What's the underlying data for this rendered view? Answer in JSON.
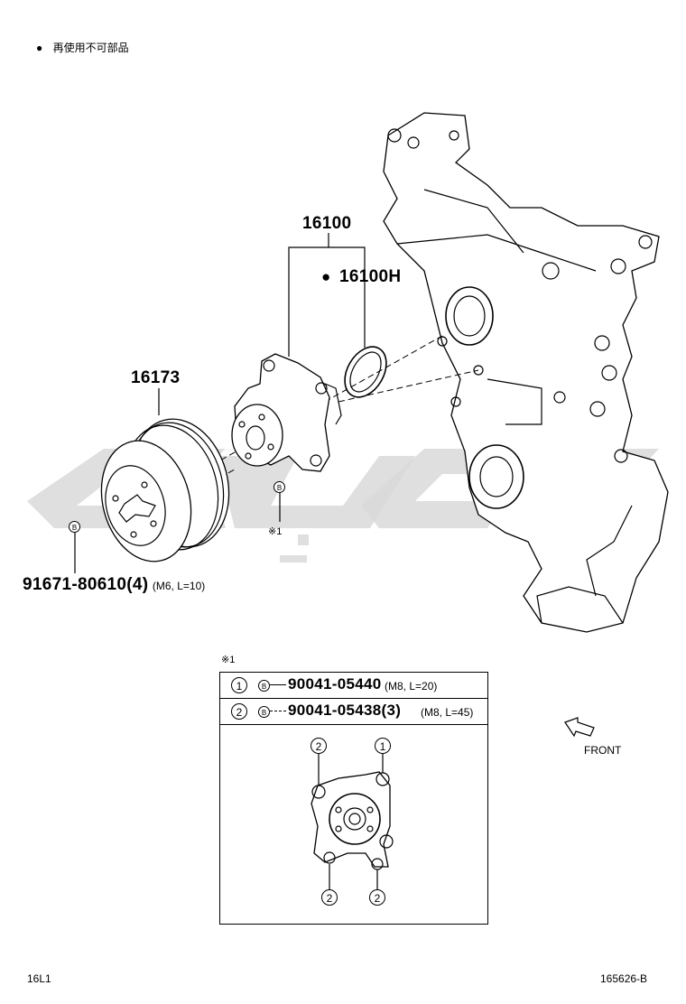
{
  "legend": {
    "bullet": "●",
    "text": "再使用不可部品"
  },
  "parts": {
    "p16100": "16100",
    "p16100h": "16100H",
    "p16100h_bullet": "●",
    "p16173": "16173",
    "bolt_main": "91671-80610(4)",
    "bolt_main_spec": "(M6, L=10)",
    "ref_mark": "※1",
    "b_symbol": "B"
  },
  "detail": {
    "title": "※1",
    "rows": [
      {
        "num": "1",
        "b": "B",
        "part": "90041-05440",
        "spec": "(M8, L=20)"
      },
      {
        "num": "2",
        "b": "B",
        "part": "90041-05438(3)",
        "spec": "(M8, L=45)"
      }
    ],
    "callouts": [
      "2",
      "1",
      "2",
      "2"
    ]
  },
  "front_label": "FRONT",
  "footer": {
    "left": "16L1",
    "right": "165626-B"
  }
}
